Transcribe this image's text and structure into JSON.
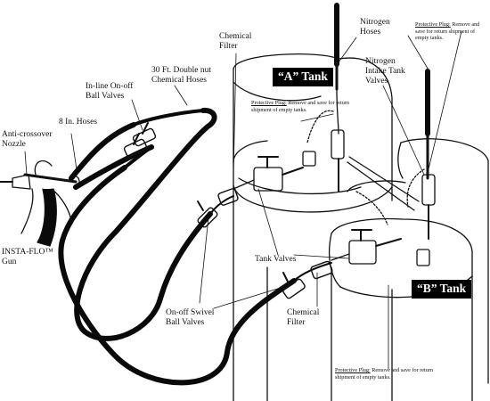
{
  "labels": {
    "anti_crossover_nozzle": "Anti-crossover\nNozzle",
    "eight_in_hoses": "8 In. Hoses",
    "inline_ball_valves": "In-line On-off\nBall Valves",
    "double_nut_hoses": "30 Ft. Double nut\nChemical Hoses",
    "chemical_filter_top": "Chemical\nFilter",
    "nitrogen_hoses": "Nitrogen\nHoses",
    "nitrogen_intake_valves": "Nitrogen\nIntake Tank\nValves",
    "insta_flo_gun": "INSTA-FLO™\nGun",
    "tank_valves": "Tank Valves",
    "swivel_ball_valves": "On-off Swivel\nBall Valves",
    "chemical_filter_bottom": "Chemical\nFilter"
  },
  "tanks": {
    "a": "“A” Tank",
    "b": "“B” Tank"
  },
  "plug_notes": {
    "heading": "Protective Plug:",
    "text": " Remove and save for return shipment of empty tanks."
  },
  "colors": {
    "ink": "#111111",
    "hose": "#0a0a0a",
    "paper": "#ffffff"
  }
}
